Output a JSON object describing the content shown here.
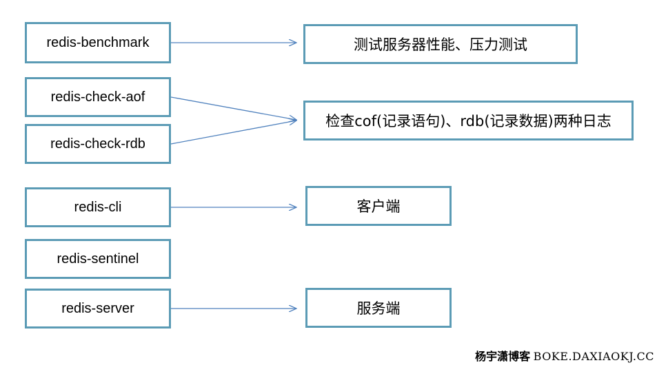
{
  "tools": {
    "benchmark": "redis-benchmark",
    "check_aof": "redis-check-aof",
    "check_rdb": "redis-check-rdb",
    "cli": "redis-cli",
    "sentinel": "redis-sentinel",
    "server": "redis-server"
  },
  "descriptions": {
    "benchmark": "测试服务器性能、压力测试",
    "check": "检查cof(记录语句)、rdb(记录数据)两种日志",
    "cli": "客户端",
    "server": "服务端"
  },
  "watermark": {
    "cn": "杨宇潇博客",
    "en": "BOKE.DAXIAOKJ.CC"
  },
  "colors": {
    "box_border": "#5b9bb5",
    "arrow": "#4f81bd"
  }
}
